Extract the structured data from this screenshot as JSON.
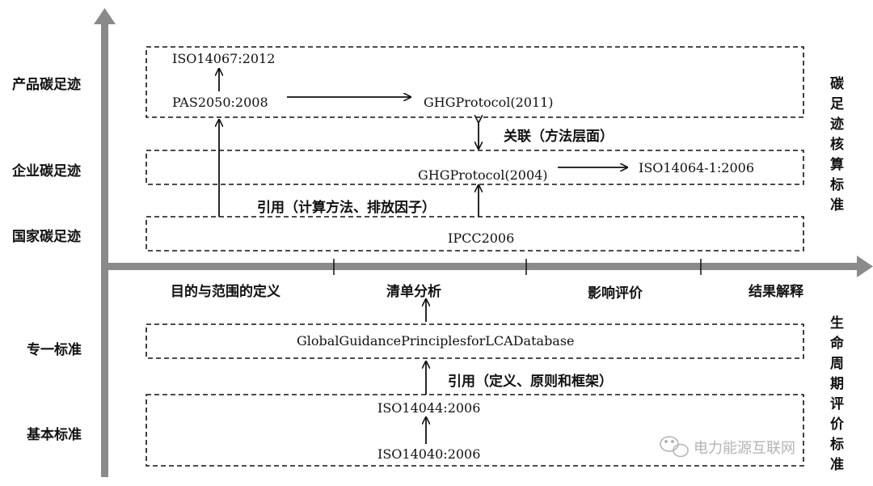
{
  "rows": {
    "product": "产品碳足迹",
    "enterprise": "企业碳足迹",
    "national": "国家碳足迹",
    "special": "专一标准",
    "basic": "基本标准"
  },
  "phases": {
    "goal_scope": "目的与范围的定义",
    "inventory": "清单分析",
    "impact": "影响评价",
    "interpretation": "结果解释"
  },
  "standards": {
    "iso14067": "ISO14067:2012",
    "pas2050": "PAS2050:2008",
    "ghg2011": "GHGProtocol(2011)",
    "ghg2004": "GHGProtocol(2004)",
    "iso14064": "ISO14064-1:2006",
    "ipcc": "IPCC2006",
    "global": "GlobalGuidancePrinciplesforLCADatabase",
    "iso14044": "ISO14044:2006",
    "iso14040": "ISO14040:2006"
  },
  "relations": {
    "link": "关联（方法层面）",
    "cite_calc": "引用（计算方法、排放因子）",
    "cite_def": "引用（定义、原则和框架）"
  },
  "groups": {
    "carbon": [
      "碳",
      "足",
      "迹",
      "核",
      "算",
      "标",
      "准"
    ],
    "lca": [
      "生",
      "命",
      "周",
      "期",
      "评",
      "价",
      "标",
      "准"
    ]
  },
  "watermark": "电力能源互联网"
}
